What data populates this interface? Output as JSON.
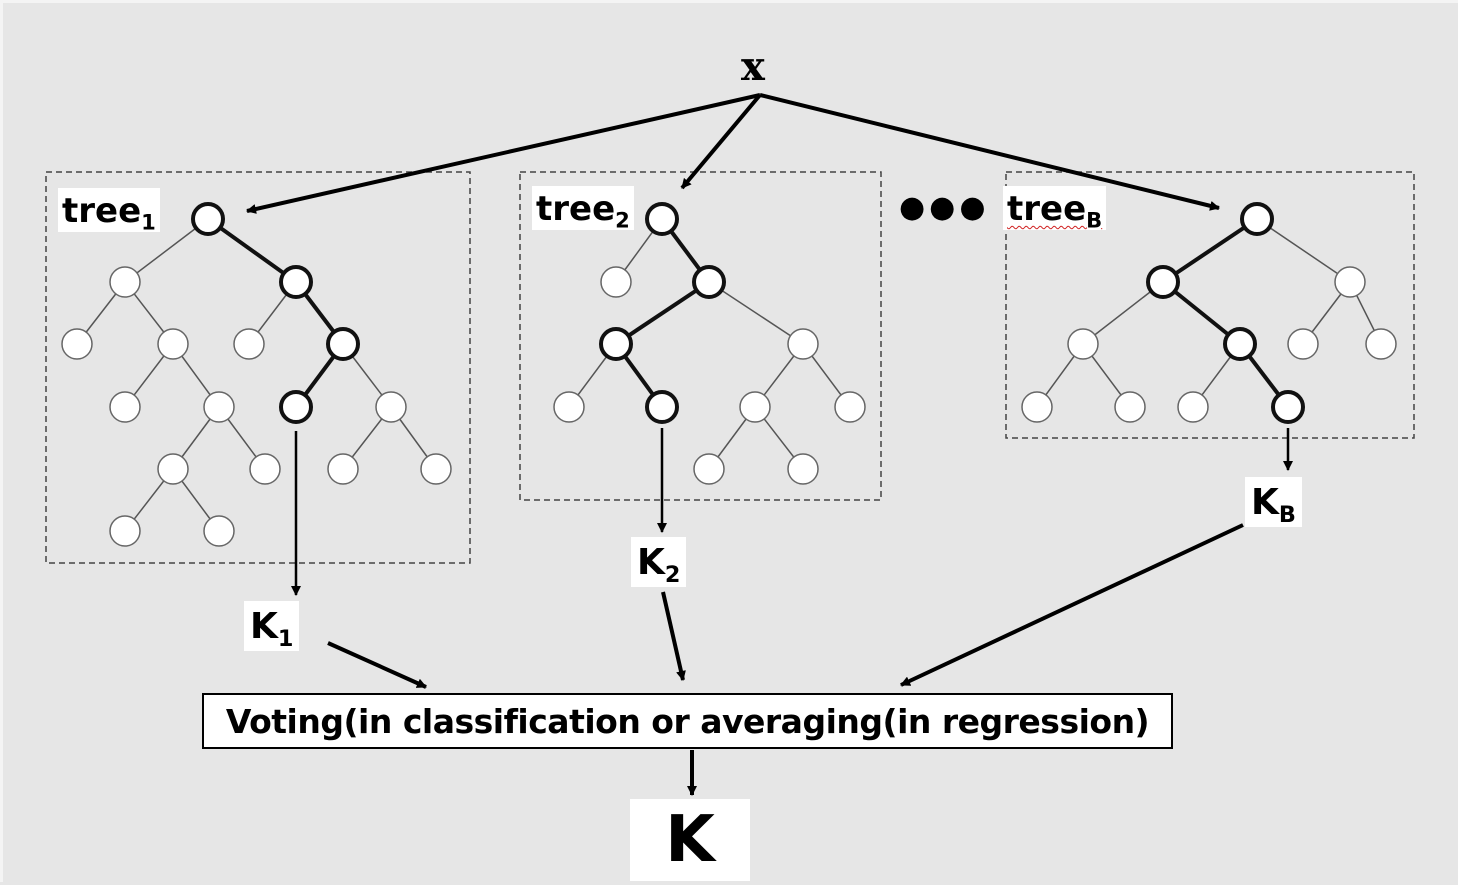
{
  "input_label": "x",
  "ellipsis": "●●●",
  "trees": [
    {
      "base": "tree",
      "sub": "1"
    },
    {
      "base": "tree",
      "sub": "2"
    },
    {
      "base": "tree",
      "sub": "B"
    }
  ],
  "outputs": [
    {
      "base": "K",
      "sub": "1"
    },
    {
      "base": "K",
      "sub": "2"
    },
    {
      "base": "K",
      "sub": "B"
    }
  ],
  "aggregator_text": "Voting(in classification or averaging(in regression)",
  "final_output": "K"
}
